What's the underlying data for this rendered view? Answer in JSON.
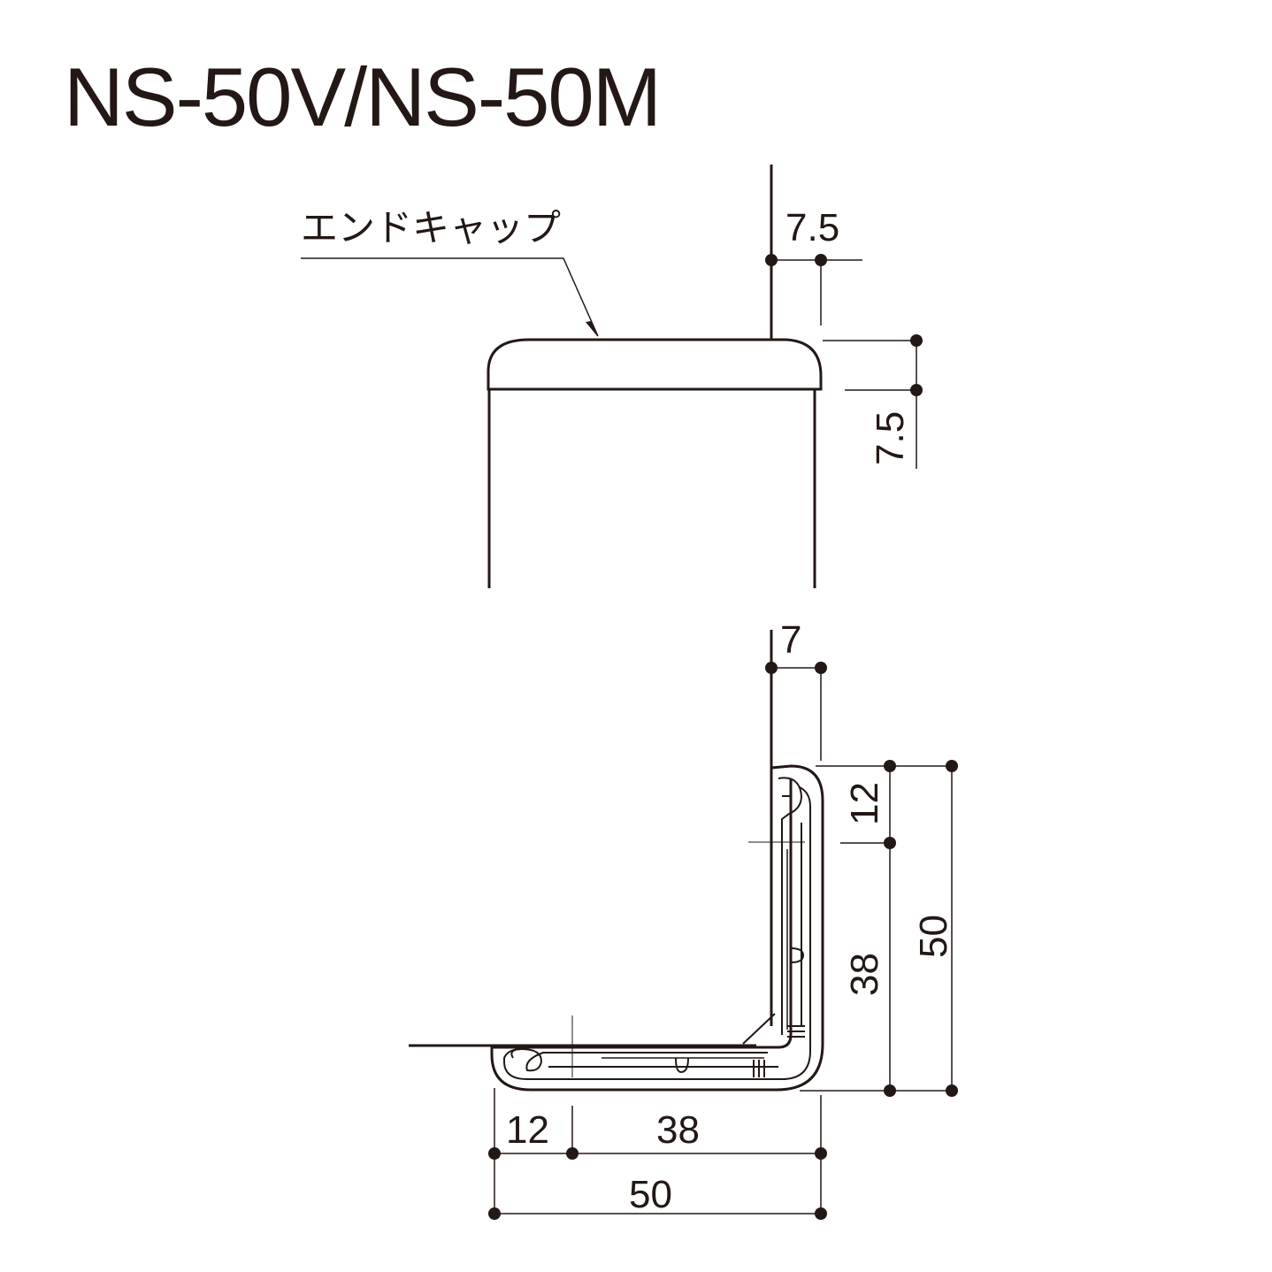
{
  "title": "NS-50V/NS-50M",
  "callout": {
    "label": "エンドキャップ"
  },
  "dimensions": {
    "top_width": "7.5",
    "top_height": "7.5",
    "bottom_offset": "7",
    "left_short": "12",
    "left_long": "38",
    "left_total": "50",
    "right_short": "12",
    "right_long": "38",
    "right_total": "50"
  },
  "colors": {
    "line": "#231815",
    "background": "#ffffff"
  }
}
